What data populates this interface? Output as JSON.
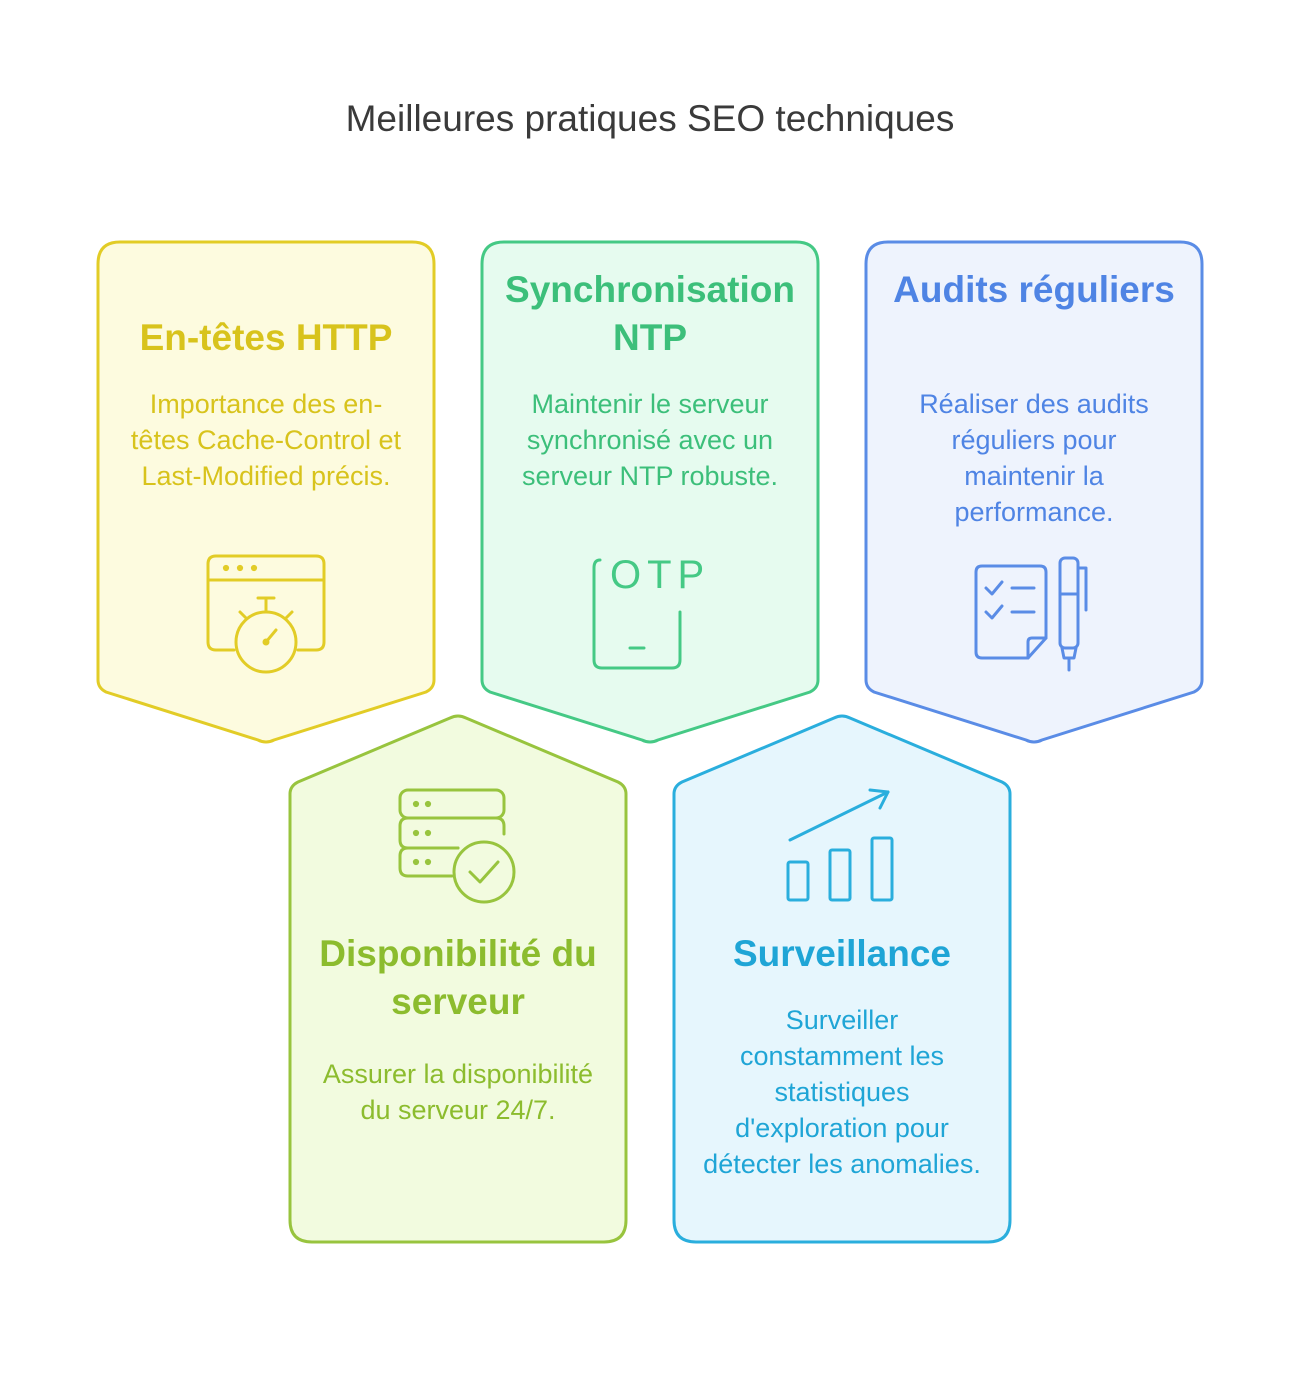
{
  "title": "Meilleures pratiques SEO techniques",
  "cards": [
    {
      "heading": "En-têtes HTTP",
      "description": "Importance des en-têtes Cache-Control et Last-Modified précis.",
      "icon": "browser-stopwatch-icon",
      "stroke": "#e2cc26",
      "fill": "#fdfbdf"
    },
    {
      "heading": "Synchronisation NTP",
      "description": "Maintenir le serveur synchronisé avec un serveur NTP robuste.",
      "icon": "otp-device-icon",
      "icon_text": "OTP",
      "stroke": "#45c985",
      "fill": "#e6fbef"
    },
    {
      "heading": "Audits réguliers",
      "description": "Réaliser des audits réguliers pour maintenir la performance.",
      "icon": "checklist-pen-icon",
      "stroke": "#5a8ce6",
      "fill": "#eef3fd"
    },
    {
      "heading": "Disponibilité du serveur",
      "description": "Assurer la disponibilité du serveur 24/7.",
      "icon": "server-check-icon",
      "stroke": "#98c43e",
      "fill": "#f2fbdf"
    },
    {
      "heading": "Surveillance",
      "description": "Surveiller constamment les statistiques d'exploration pour détecter les anomalies.",
      "icon": "growth-chart-icon",
      "stroke": "#2aaedd",
      "fill": "#e6f6fd"
    }
  ]
}
